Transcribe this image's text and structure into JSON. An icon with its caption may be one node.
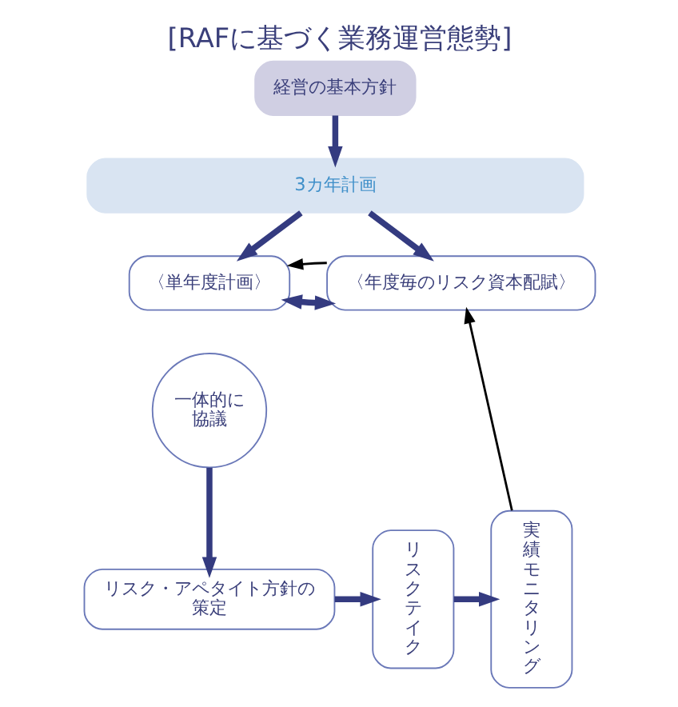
{
  "diagram": {
    "title": "[RAFに基づく業務運営態勢]",
    "nodes": [
      {
        "text": [
          "経営の基本方針"
        ]
      },
      {
        "text": [
          "3カ年計画"
        ]
      },
      {
        "text": [
          "〈単年度計画〉"
        ]
      },
      {
        "text": [
          "〈年度毎のリスク資本配賦〉"
        ]
      },
      {
        "text": [
          "一体的に協議"
        ]
      },
      {
        "text": [
          "リスク・アペタイト方針の策定"
        ]
      },
      {
        "text": [
          "リスクテイク"
        ]
      },
      {
        "text": [
          "実績モニタリング"
        ]
      }
    ],
    "edges": [
      {
        "from": 0,
        "to": 1,
        "arrow": "to"
      },
      {
        "from": 1,
        "to": 2,
        "arrow": "to"
      },
      {
        "from": 1,
        "to": 3,
        "arrow": "to"
      },
      {
        "from": 2,
        "to": 3,
        "arrow": "both"
      },
      {
        "from": 4,
        "to": 5,
        "arrow": "to"
      },
      {
        "from": 5,
        "to": 6,
        "arrow": "to"
      },
      {
        "from": 6,
        "to": 7,
        "arrow": "to"
      },
      {
        "from": 7,
        "to": 3,
        "arrow": "to",
        "color": "#000000"
      },
      {
        "from": 3,
        "to": 2,
        "arrow": "to",
        "color": "#000000"
      }
    ]
  }
}
